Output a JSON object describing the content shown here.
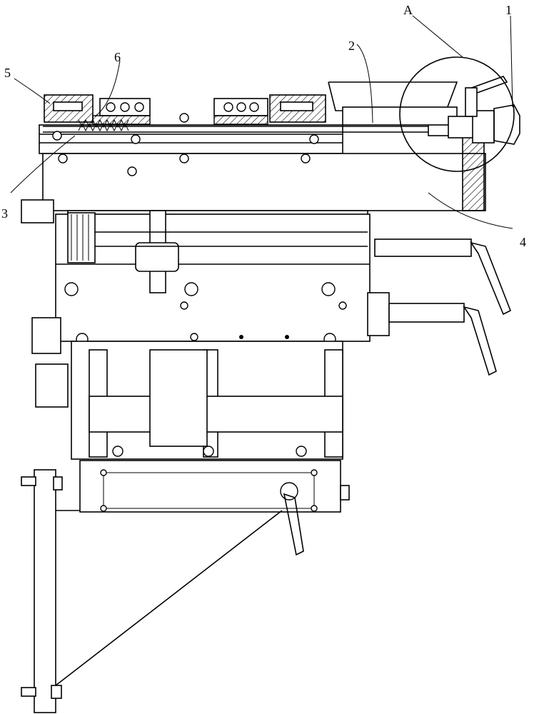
{
  "figure": {
    "labels": {
      "l1": "1",
      "l2": "2",
      "l3": "3",
      "l4": "4",
      "l5": "5",
      "l6": "6",
      "lA": "A"
    }
  }
}
